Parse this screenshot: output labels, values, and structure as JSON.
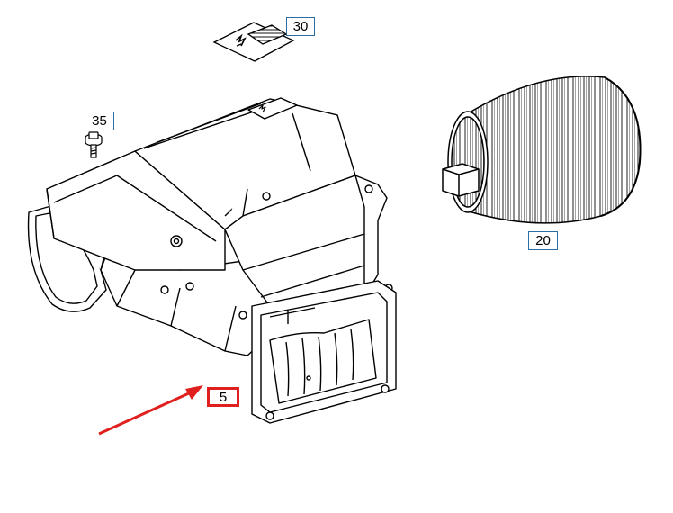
{
  "callouts": {
    "part_30": "30",
    "part_35": "35",
    "part_20": "20",
    "part_5": "5"
  },
  "colors": {
    "callout_border": "#2a6ea8",
    "highlight": "#e0201e",
    "line": "#000000",
    "background": "#ffffff"
  },
  "icons": {
    "warning_label": "high-voltage-label-icon",
    "screw": "screw-icon",
    "filter": "filter-cartridge-icon",
    "housing": "air-filter-housing-icon",
    "arrow": "red-arrow-icon"
  }
}
